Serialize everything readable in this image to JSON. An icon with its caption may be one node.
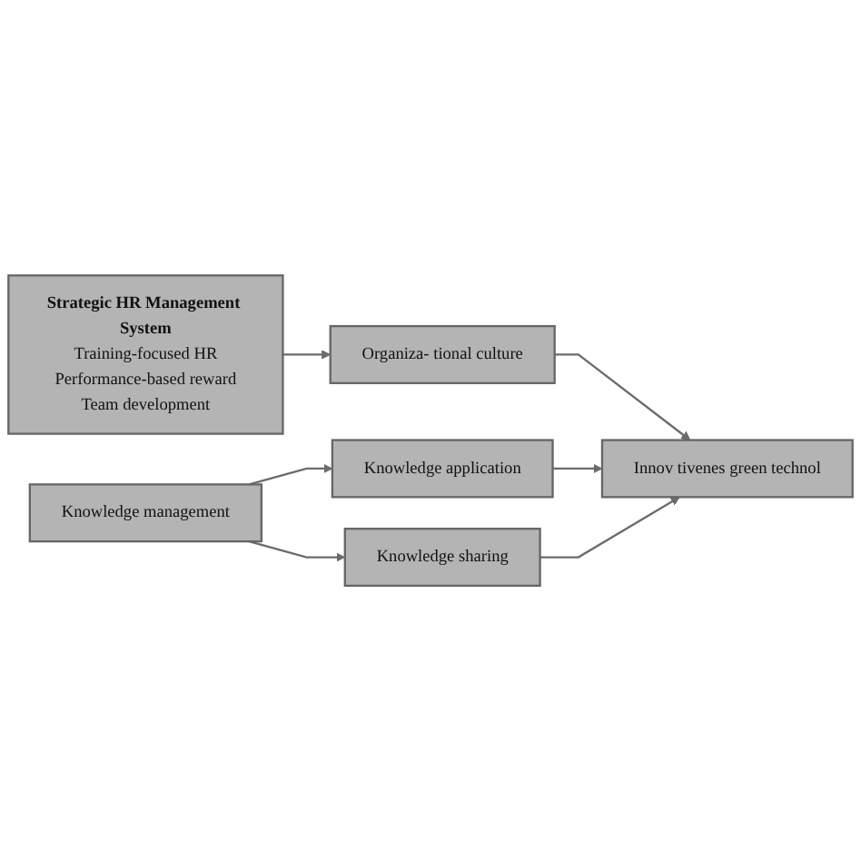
{
  "diagram": {
    "nodes": [
      {
        "text": [
          "Strategic HR Management System",
          "Training-focused HR",
          "Performance-based reward",
          "Team development"
        ]
      },
      {
        "text": [
          "Organiza- tional culture"
        ]
      },
      {
        "text": [
          "Innov tivenes green technol"
        ]
      },
      {
        "text": [
          "Knowledge application"
        ]
      },
      {
        "text": [
          "Knowledge management"
        ]
      },
      {
        "text": [
          "Knowledge sharing"
        ]
      }
    ],
    "edges": [
      {
        "from": 0,
        "to": 1,
        "arrow": "to"
      },
      {
        "from": 1,
        "to": 2,
        "arrow": "to"
      },
      {
        "from": 4,
        "to": 3,
        "arrow": "to"
      },
      {
        "from": 4,
        "to": 5,
        "arrow": "to"
      },
      {
        "from": 3,
        "to": 2,
        "arrow": "to"
      },
      {
        "from": 5,
        "to": 2,
        "arrow": "to"
      }
    ]
  }
}
